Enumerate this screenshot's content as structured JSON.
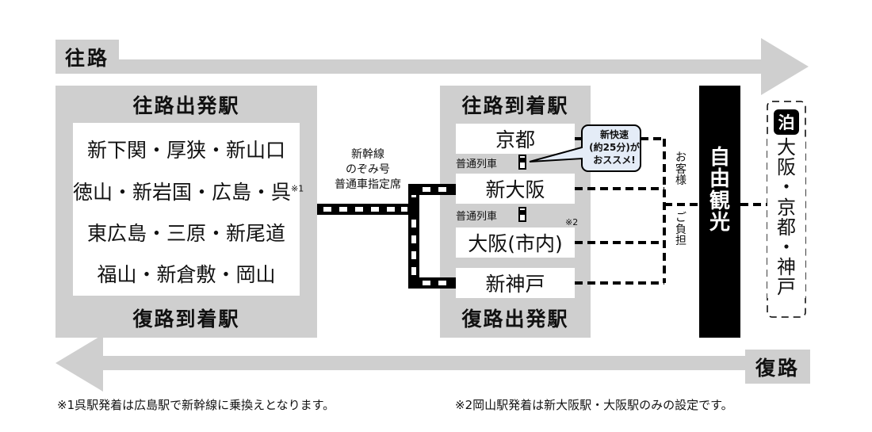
{
  "outbound_label": "往路",
  "return_label": "復路",
  "departure_panel": {
    "top_title": "往路出発駅",
    "bottom_title": "復路到着駅",
    "stations": [
      "新下関・厚狭・新山口",
      "徳山・新岩国・広島・呉",
      "東広島・三原・新尾道",
      "福山・新倉敷・岡山"
    ],
    "note_mark": "※1"
  },
  "train_label": [
    "新幹線",
    "のぞみ号",
    "普通車指定席"
  ],
  "arrival_panel": {
    "top_title": "往路到着駅",
    "bottom_title": "復路出発駅",
    "stations": [
      "京都",
      "新大阪",
      "大阪(市内)",
      "新神戸"
    ],
    "local_train_label": "普通列車",
    "note_mark": "※2"
  },
  "callout": [
    "新快速",
    "(約25分)が",
    "おススメ!"
  ],
  "own_expense_text": [
    "お",
    "客",
    "様",
    "ご",
    "負",
    "担"
  ],
  "free_sightseeing": [
    "自",
    "由",
    "観",
    "光"
  ],
  "stay_badge": "泊",
  "stay_destinations": [
    "大",
    "阪",
    "・",
    "京",
    "都",
    "・",
    "神",
    "戸"
  ],
  "footnotes": [
    "※1呉駅発着は広島駅で新幹線に乗換えとなります。",
    "※2岡山駅発着は新大阪駅・大阪駅のみの設定です。"
  ]
}
